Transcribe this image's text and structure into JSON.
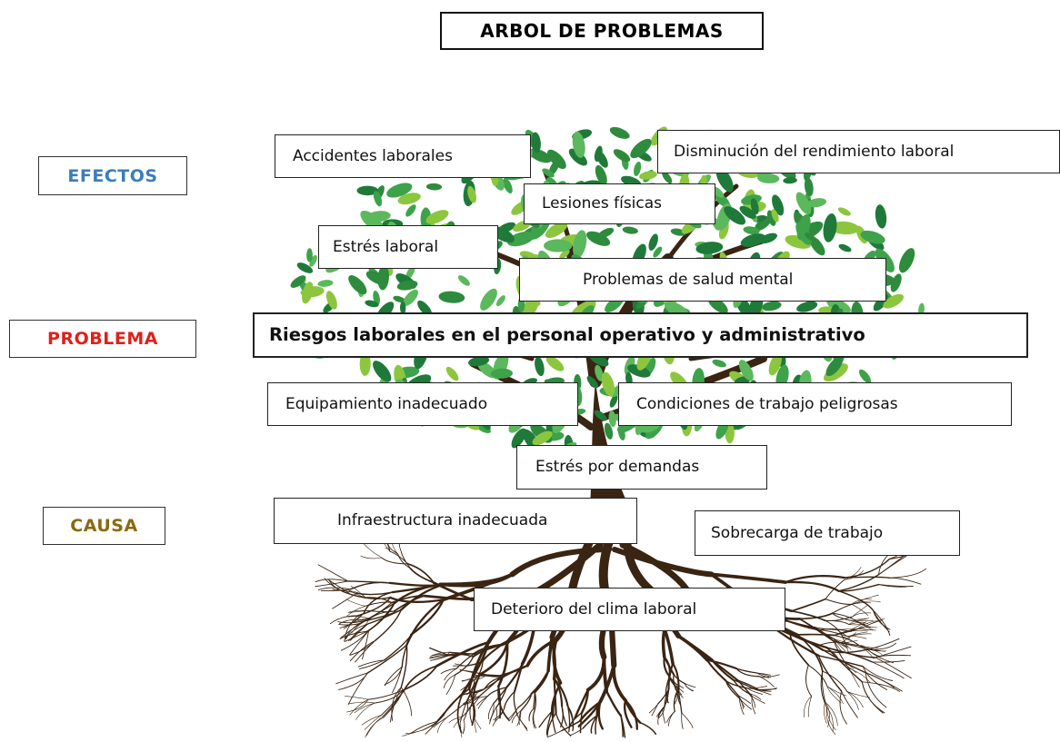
{
  "title": "ARBOL DE PROBLEMAS",
  "side_labels": {
    "efectos": "EFECTOS",
    "problema": "PROBLEMA",
    "causa": "CAUSA"
  },
  "colors": {
    "efectos": "#3b7dbb",
    "problema": "#e0201a",
    "causa": "#8a6a10",
    "trunk": "#3a2412",
    "leaf_dark": "#1f7a3a",
    "leaf_mid": "#3da24a",
    "leaf_light": "#8cc63f"
  },
  "effects": [
    "Accidentes laborales",
    "Disminución del rendimiento laboral",
    "Lesiones físicas",
    "Estrés laboral",
    "Problemas de salud mental"
  ],
  "problem": "Riesgos laborales en el personal operativo y administrativo",
  "causes": [
    "Equipamiento inadecuado",
    "Condiciones de trabajo peligrosas",
    "Estrés por demandas",
    "Infraestructura inadecuada",
    "Sobrecarga de trabajo",
    "Deterioro del clima laboral"
  ]
}
